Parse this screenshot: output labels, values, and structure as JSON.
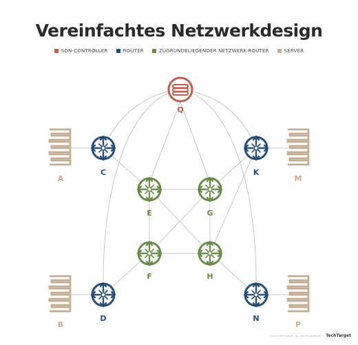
{
  "title": "Vereinfachtes Netzwerkdesign",
  "legend": [
    {
      "label": "SDN-CONTROLLER",
      "color": "#c25b4e"
    },
    {
      "label": "ROUTER",
      "color": "#274c74"
    },
    {
      "label": "ZUGRUNDELIEGENDER NETZWERK-ROUTER",
      "color": "#6a8a4a"
    },
    {
      "label": "SERVER",
      "color": "#c4ae93"
    }
  ],
  "nodes": {
    "Q": {
      "label": "Q",
      "kind": "controller"
    },
    "C": {
      "label": "C",
      "kind": "router"
    },
    "D": {
      "label": "D",
      "kind": "router"
    },
    "K": {
      "label": "K",
      "kind": "router"
    },
    "N": {
      "label": "N",
      "kind": "router"
    },
    "E": {
      "label": "E",
      "kind": "underlay"
    },
    "F": {
      "label": "F",
      "kind": "underlay"
    },
    "G": {
      "label": "G",
      "kind": "underlay"
    },
    "H": {
      "label": "H",
      "kind": "underlay"
    },
    "A": {
      "label": "A",
      "kind": "server"
    },
    "B": {
      "label": "B",
      "kind": "server"
    },
    "M": {
      "label": "M",
      "kind": "server"
    },
    "P": {
      "label": "P",
      "kind": "server"
    }
  },
  "footer": {
    "copyright": "©2017 TECHTARGET. ALL RIGHTS RESERVED",
    "brand": "TechTarget"
  }
}
